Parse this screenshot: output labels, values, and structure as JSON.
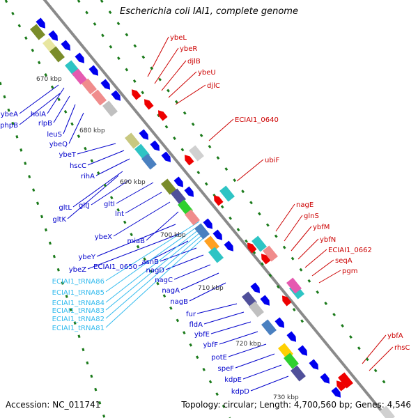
{
  "title": "Escherichia coli IAI1, complete genome",
  "footer": {
    "accession": "Accession: NC_011741",
    "summary": "Topology: circular; Length: 4,700,560 bp; Genes: 4,546"
  },
  "colors": {
    "backbone": "#8a8a8a",
    "forward_label": "#0000cc",
    "reverse_label": "#cc0000",
    "trna_label": "#33bbee",
    "tick": "#1a7a1a",
    "arrow_blue": "#0000ee",
    "arrow_red": "#ee0000"
  },
  "kbp_ticks": [
    "670 kbp",
    "680 kbp",
    "690 kbp",
    "700 kbp",
    "710 kbp",
    "720 kbp",
    "730 kbp"
  ],
  "forward_genes": [
    "ybeA",
    "phpB",
    "holA",
    "rlpB",
    "leuS",
    "ybeQ",
    "ybeT",
    "hscC",
    "rihA",
    "gltL",
    "gltJ",
    "gltK",
    "gltI",
    "lnt",
    "ybeX",
    "miaB",
    "ybeY",
    "ybeZ",
    "ECIAI1_0650",
    "asnB",
    "nagD",
    "nagC",
    "nagA",
    "nagB",
    "fur",
    "fldA",
    "ybfE",
    "ybfF",
    "potE",
    "speF",
    "kdpE",
    "kdpD"
  ],
  "reverse_genes": [
    "ybeL",
    "ybeR",
    "djlB",
    "ybeU",
    "djlC",
    "ECIAI1_0640",
    "ubiF",
    "nagE",
    "glnS",
    "ybfM",
    "ybfN",
    "ECIAI1_0662",
    "seqA",
    "pgm",
    "ybfA",
    "rhsC"
  ],
  "trna_genes": [
    "ECIAI1_tRNA86",
    "ECIAI1_tRNA85",
    "ECIAI1_tRNA84",
    "ECIAI1_tRNA83",
    "ECIAI1_tRNA82",
    "ECIAI1_tRNA81"
  ]
}
